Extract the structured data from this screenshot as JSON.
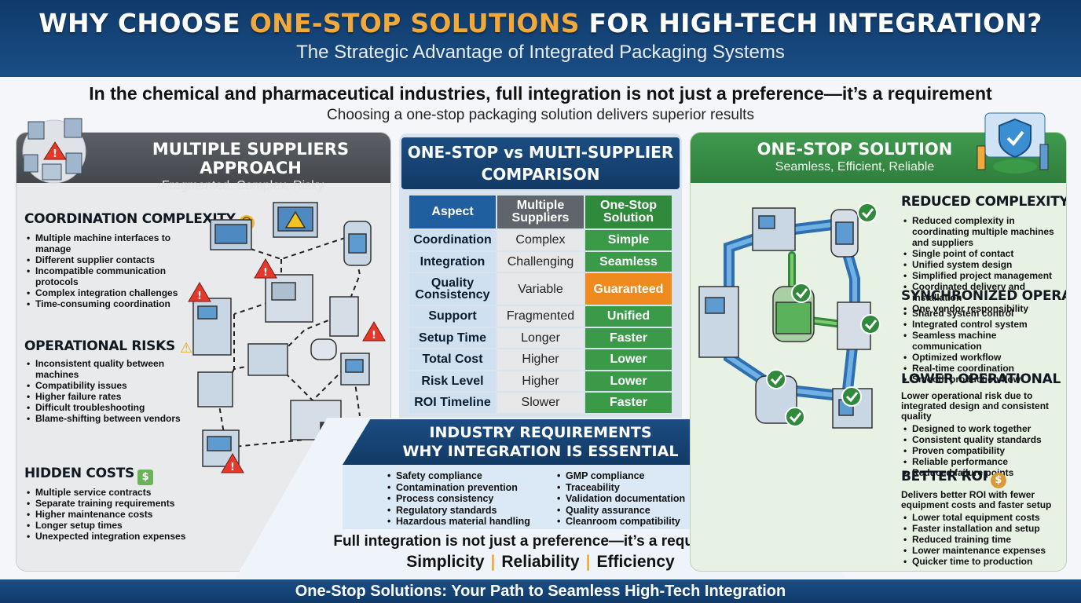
{
  "header": {
    "title_pre": "WHY CHOOSE ",
    "title_highlight": "ONE-STOP SOLUTIONS",
    "title_post": " FOR HIGH-TECH INTEGRATION?",
    "subtitle": "The Strategic Advantage of Integrated Packaging Systems"
  },
  "intro": {
    "main": "In the chemical and pharmaceutical industries, full integration is not just a preference—it’s a requirement",
    "sub": "Choosing a one-stop packaging solution delivers superior results"
  },
  "left": {
    "title": "MULTIPLE SUPPLIERS APPROACH",
    "subtitle": "Fragmented, Complex, Risky",
    "sections": [
      {
        "title": "COORDINATION COMPLEXITY",
        "items": [
          "Multiple machine interfaces to manage",
          "Different supplier contacts",
          "Incompatible communication protocols",
          "Complex integration challenges",
          "Time-consuming coordination"
        ]
      },
      {
        "title": "OPERATIONAL RISKS",
        "items": [
          "Inconsistent quality between machines",
          "Compatibility issues",
          "Higher failure rates",
          "Difficult troubleshooting",
          "Blame-shifting between vendors"
        ]
      },
      {
        "title": "HIDDEN COSTS",
        "items": [
          "Multiple service contracts",
          "Separate training requirements",
          "Higher maintenance costs",
          "Longer setup times",
          "Unexpected integration expenses"
        ]
      }
    ]
  },
  "comparison": {
    "title_line1": "ONE-STOP vs MULTI-SUPPLIER",
    "title_line2": "COMPARISON",
    "headers": [
      "Aspect",
      "Multiple Suppliers",
      "One-Stop Solution"
    ],
    "rows": [
      [
        "Coordination",
        "Complex",
        "Simple"
      ],
      [
        "Integration",
        "Challenging",
        "Seamless"
      ],
      [
        "Quality Consistency",
        "Variable",
        "Guaranteed"
      ],
      [
        "Support",
        "Fragmented",
        "Unified"
      ],
      [
        "Setup Time",
        "Longer",
        "Faster"
      ],
      [
        "Total Cost",
        "Higher",
        "Lower"
      ],
      [
        "Risk Level",
        "Higher",
        "Lower"
      ],
      [
        "ROI Timeline",
        "Slower",
        "Faster"
      ]
    ]
  },
  "industry": {
    "title_line1": "INDUSTRY REQUIREMENTS",
    "title_line2": "WHY INTEGRATION IS ESSENTIAL",
    "left_items": [
      "Safety compliance",
      "Contamination prevention",
      "Process consistency",
      "Regulatory standards",
      "Hazardous material handling"
    ],
    "right_items": [
      "GMP compliance",
      "Traceability",
      "Validation documentation",
      "Quality assurance",
      "Cleanroom compatibility"
    ],
    "closing": "Full integration is not just a preference—it’s a requirement",
    "pillars": [
      "Simplicity",
      "Reliability",
      "Efficiency"
    ],
    "separator": "|"
  },
  "right": {
    "title": "ONE-STOP SOLUTION",
    "subtitle": "Seamless, Efficient, Reliable",
    "sections": [
      {
        "title": "REDUCED COMPLEXITY",
        "desc": "",
        "items": [
          "Reduced complexity in coordinating multiple machines and suppliers",
          "Single point of contact",
          "Unified system design",
          "Simplified project management",
          "Coordinated delivery and installation",
          "One vendor responsibility"
        ]
      },
      {
        "title": "SYNCHRONIZED OPERATION",
        "desc": "",
        "items": [
          "Shared system control",
          "Integrated control system",
          "Seamless machine communication",
          "Optimized workflow",
          "Real-time coordination",
          "Smooth production flow"
        ]
      },
      {
        "title": "LOWER OPERATIONAL RISK",
        "desc": "Lower operational risk due to integrated design and consistent quality",
        "items": [
          "Designed to work together",
          "Consistent quality standards",
          "Proven compatibility",
          "Reliable performance",
          "Reduced failure points"
        ]
      },
      {
        "title": "BETTER ROI",
        "desc": "Delivers better ROI with fewer equipment costs and faster setup",
        "items": [
          "Lower total equipment costs",
          "Faster installation and setup",
          "Reduced training time",
          "Lower maintenance expenses",
          "Quicker time to production"
        ]
      }
    ]
  },
  "footer": "One-Stop Solutions: Your Path to Seamless High-Tech Integration",
  "icons": {
    "warning": "warning-triangle-icon",
    "check": "check-circle-icon",
    "gear": "gear-icon",
    "shield": "shield-icon",
    "money": "money-icon",
    "face": "stressed-face-icon"
  },
  "colors": {
    "navy": "#123a66",
    "orange": "#f2a93b",
    "green": "#2f8a3c",
    "gray": "#60656b",
    "warning": "#e3382a"
  }
}
